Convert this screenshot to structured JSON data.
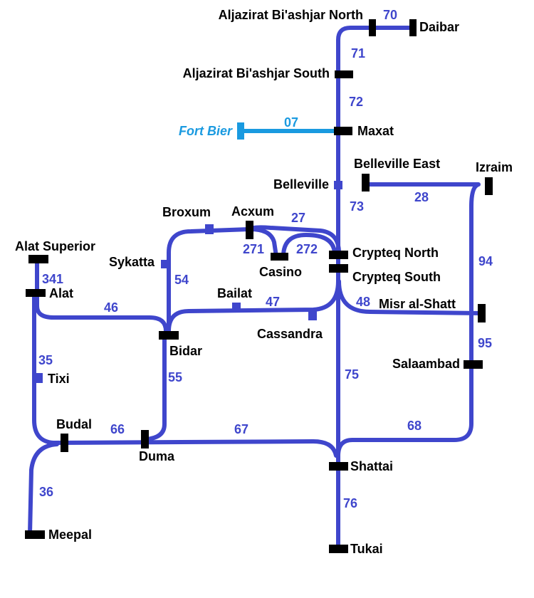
{
  "stations": {
    "aljazirat_north": "Aljazirat Bi'ashjar North",
    "daibar": "Daibar",
    "aljazirat_south": "Aljazirat Bi'ashjar South",
    "maxat": "Maxat",
    "fort_bier": "Fort Bier",
    "belleville": "Belleville",
    "belleville_east": "Belleville East",
    "izraim": "Izraim",
    "broxum": "Broxum",
    "acxum": "Acxum",
    "alat_superior": "Alat Superior",
    "sykatta": "Sykatta",
    "casino": "Casino",
    "crypteq_north": "Crypteq North",
    "crypteq_south": "Crypteq South",
    "alat": "Alat",
    "bailat": "Bailat",
    "misr_al_shatt": "Misr al-Shatt",
    "cassandra": "Cassandra",
    "bidar": "Bidar",
    "tixi": "Tixi",
    "salaambad": "Salaambad",
    "budal": "Budal",
    "duma": "Duma",
    "shattai": "Shattai",
    "meepal": "Meepal",
    "tukai": "Tukai"
  },
  "segments": {
    "s70": "70",
    "s71": "71",
    "s72": "72",
    "s07": "07",
    "s73": "73",
    "s28": "28",
    "s27": "27",
    "s271": "271",
    "s272": "272",
    "s341": "341",
    "s94": "94",
    "s54": "54",
    "s46": "46",
    "s47": "47",
    "s48": "48",
    "s95": "95",
    "s35": "35",
    "s55": "55",
    "s75": "75",
    "s66": "66",
    "s67": "67",
    "s68": "68",
    "s36": "36",
    "s76": "76"
  },
  "colors": {
    "line": "#3f46cc",
    "branch": "#1a9ae0",
    "station": "#000000"
  }
}
